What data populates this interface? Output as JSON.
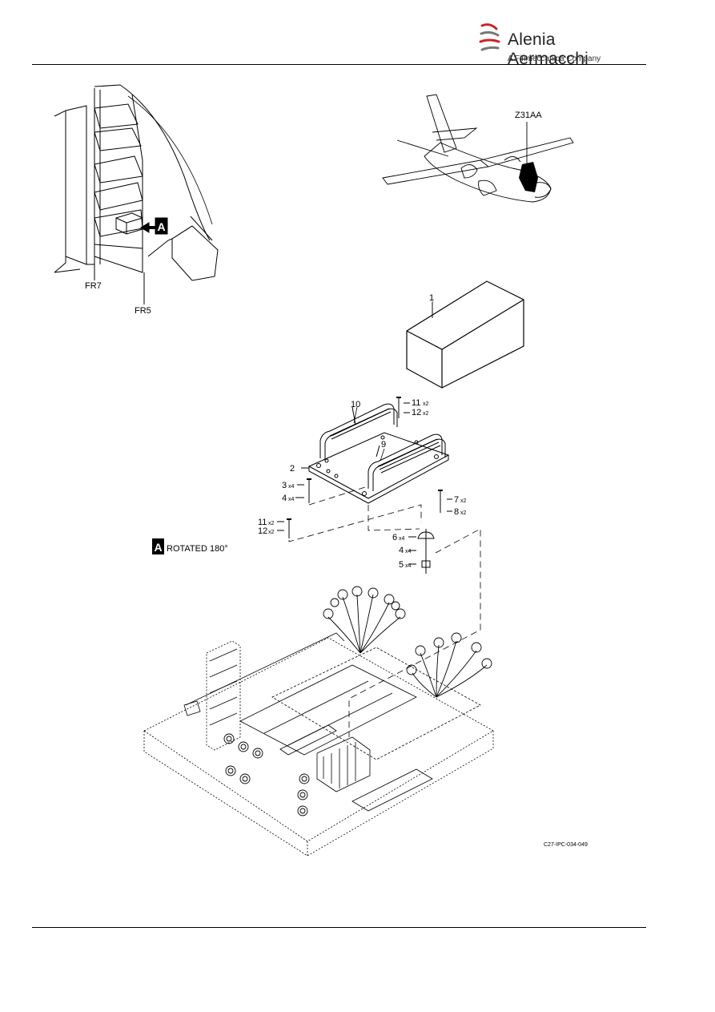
{
  "header": {
    "brand_name": "Alenia Aermacchi",
    "brand_tagline": "A Finmeccanica Company",
    "brand_colors": {
      "swoosh_red": "#d32027",
      "swoosh_grey": "#777777"
    }
  },
  "detail_view": {
    "frame_labels": [
      "FR7",
      "FR5"
    ],
    "view_marker": "A"
  },
  "aircraft_view": {
    "zone_label": "Z31AA"
  },
  "callouts": {
    "item1": "1",
    "item10": "10",
    "item9": "9",
    "item2": "2",
    "item11a": "11",
    "item11a_qty": "x2",
    "item12a": "12",
    "item12a_qty": "x2",
    "item3": "3",
    "item3_qty": "x4",
    "item4a": "4",
    "item4a_qty": "x4",
    "item11b": "11",
    "item11b_qty": "x2",
    "item12b": "12",
    "item12b_qty": "x2",
    "item7": "7",
    "item7_qty": "x2",
    "item8": "8",
    "item8_qty": "x2",
    "item6": "6",
    "item6_qty": "x4",
    "item4b": "4",
    "item4b_qty": "x4",
    "item5": "5",
    "item5_qty": "x4"
  },
  "view_note": {
    "marker": "A",
    "text": "ROTATED 180°"
  },
  "figure_id": "C27-IPC-034-049"
}
